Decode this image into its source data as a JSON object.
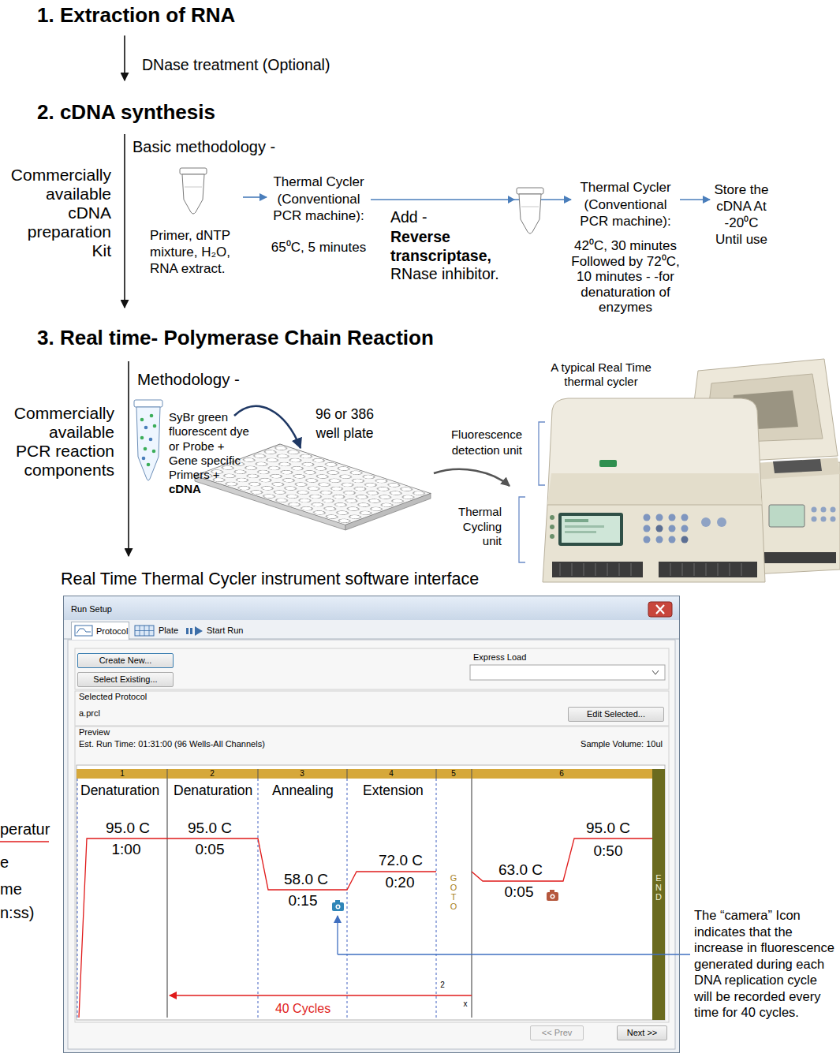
{
  "diagram": {
    "nodes": [
      {
        "text": [
          "Primer, dNTP mixture, H₂O, RNA extract."
        ]
      },
      {
        "text": [
          "Thermal Cycler (Conventional PCR machine):",
          "65⁰C, 5 minutes"
        ]
      },
      {
        "text": [
          "Thermal Cycler (Conventional PCR machine):"
        ]
      },
      {
        "text": [
          "Store the cDNA At -20⁰C Until use"
        ]
      },
      {
        "text": [
          "Run Setup"
        ]
      },
      {
        "text": [
          "Protocol"
        ],
        "in": 4
      },
      {
        "text": [
          "Plate"
        ],
        "in": 4
      },
      {
        "text": [
          "Start Run"
        ],
        "in": 4
      },
      {
        "text": [
          "Create New..."
        ],
        "in": 4
      },
      {
        "text": [
          "Select Existing..."
        ],
        "in": 4
      },
      {
        "text": [
          "Edit Selected..."
        ],
        "in": 4
      },
      {
        "text": [
          "<< Prev"
        ],
        "in": 4
      },
      {
        "text": [
          "Next >>"
        ],
        "in": 4
      }
    ],
    "edges": [
      {
        "from": 0,
        "to": 1,
        "arrow": "to"
      },
      {
        "from": 1,
        "to": 2,
        "arrow": "to",
        "label": "Add -"
      },
      {
        "from": 2,
        "to": 3,
        "arrow": "to"
      }
    ],
    "labels": [
      "1. Extraction of RNA",
      "DNase treatment (Optional)",
      "2. cDNA synthesis",
      "Basic methodology -",
      "Commercially available cDNA preparation Kit",
      "Reverse transcriptase,",
      "RNase inhibitor.",
      "42⁰C, 30 minutes Followed by 72⁰C, 10 minutes - -for denaturation of enzymes",
      "3. Real time- Polymerase Chain Reaction",
      "Methodology -",
      "Commercially available PCR reaction components",
      "SyBr green fluorescent dye or Probe + Gene specific Primers +",
      "cDNA",
      "96 or 386 well plate",
      "A typical Real Time thermal cycler",
      "Fluorescence detection unit",
      "Thermal Cycling unit",
      "Real Time Thermal Cycler instrument software interface",
      "Express Load",
      "Selected Protocol",
      "a.prcl",
      "Preview",
      "Est. Run Time: 01:31:00 (96 Wells-All Channels)",
      "Sample Volume: 10ul",
      "1",
      "2",
      "3",
      "4",
      "5",
      "6",
      "Denaturation",
      "Denaturation",
      "Annealing",
      "Extension",
      "95.0 C",
      "1:00",
      "95.0 C",
      "0:05",
      "58.0 C",
      "0:15",
      "72.0 C",
      "0:20",
      "GOTO",
      "63.0 C",
      "0:05",
      "95.0 C",
      "0:50",
      "END",
      "2",
      "x",
      "40 Cycles",
      "peratur",
      "e",
      "me",
      "n:ss)",
      "The “camera” Icon indicates that the increase in fluorescence generated during each DNA replication cycle will be recorded every time for 40 cycles."
    ]
  }
}
